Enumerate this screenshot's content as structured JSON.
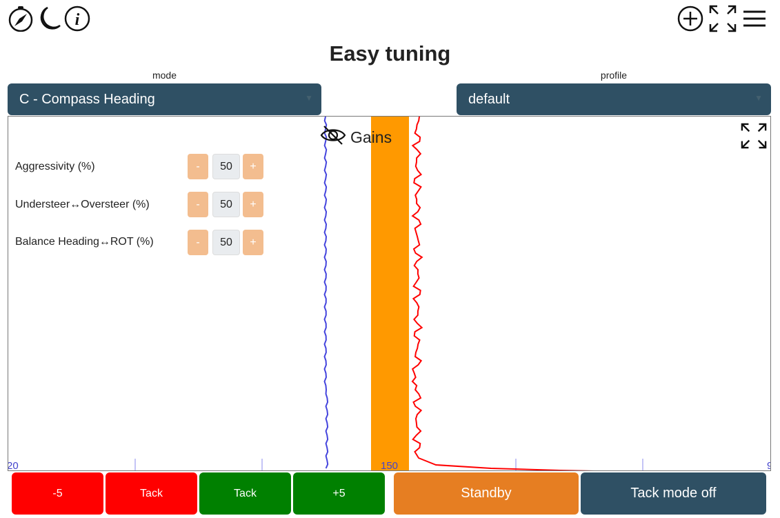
{
  "header": {
    "title": "Easy tuning"
  },
  "mode": {
    "label": "mode",
    "value": "C - Compass Heading"
  },
  "profile": {
    "label": "profile",
    "value": "default"
  },
  "panel": {
    "title": "Gains",
    "gains": [
      {
        "label": "Aggressivity (%)",
        "value": "50"
      },
      {
        "label": "Understeer↔Oversteer (%)",
        "value": "50"
      },
      {
        "label": "Balance Heading↔ROT (%)",
        "value": "50"
      }
    ],
    "minus": "-",
    "plus": "+",
    "axis": {
      "labels": [
        "20",
        "150",
        "9"
      ]
    }
  },
  "buttons": [
    {
      "label": "-5",
      "color": "#ff0000"
    },
    {
      "label": "Tack",
      "color": "#ff0000"
    },
    {
      "label": "Tack",
      "color": "#008000"
    },
    {
      "label": "+5",
      "color": "#008000"
    },
    {
      "label": "Standby",
      "color": "#e67e22"
    },
    {
      "label": "Tack mode off",
      "color": "#2f5064"
    }
  ]
}
